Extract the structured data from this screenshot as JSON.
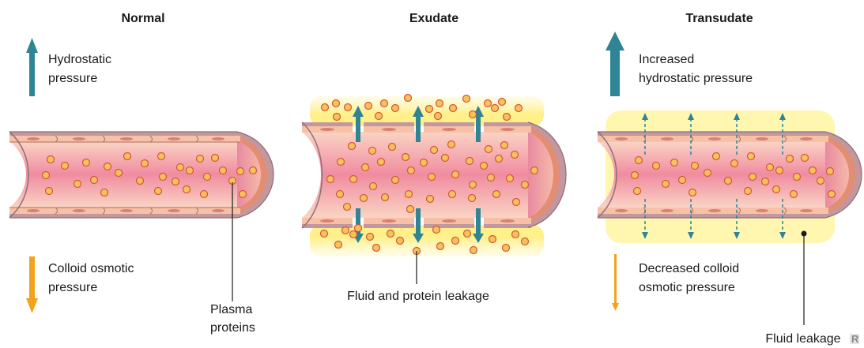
{
  "colors": {
    "wall_outer": "#c3979e",
    "wall_inner": "#f3b89f",
    "wall_edge": "#8f6f76",
    "lumen_mid": "#f08ca0",
    "lumen_edge": "#fbd9c9",
    "protein_fill": "#f7c25a",
    "protein_stroke": "#d4553a",
    "teal_arrow": "#2f8495",
    "orange_arrow": "#f3a21c",
    "leak_glow": "#fff08a"
  },
  "panels": [
    {
      "title": "Normal",
      "hydrostatic_label": [
        "Hydrostatic",
        "pressure"
      ],
      "colloid_label": [
        "Colloid osmotic",
        "pressure"
      ],
      "callout_label": [
        "Plasma",
        "proteins"
      ]
    },
    {
      "title": "Exudate",
      "callout_label": [
        "Fluid and protein leakage"
      ]
    },
    {
      "title": "Transudate",
      "hydrostatic_label": [
        "Increased",
        "hydrostatic pressure"
      ],
      "colloid_label": [
        "Decreased colloid",
        "osmotic pressure"
      ],
      "callout_label": [
        "Fluid leakage"
      ]
    }
  ],
  "logo_text": "R"
}
